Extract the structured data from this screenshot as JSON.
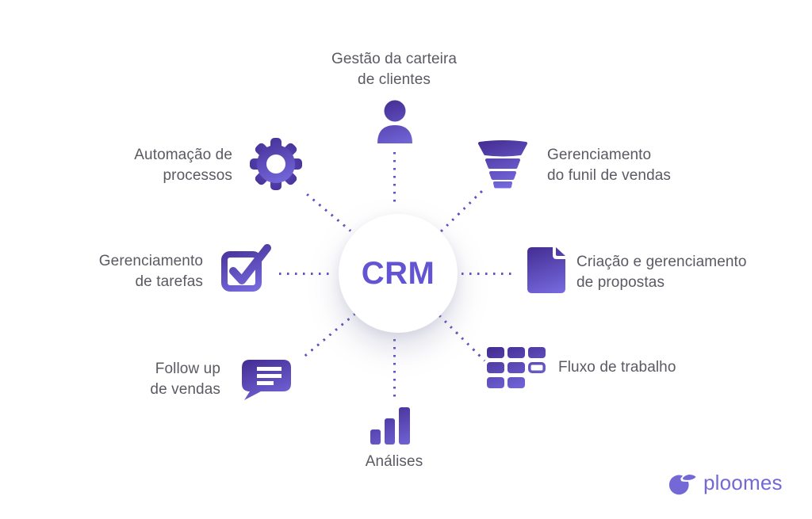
{
  "center": {
    "label": "CRM"
  },
  "colors": {
    "icon_gradient_start": "#432c92",
    "icon_gradient_end": "#7569dd",
    "crm_text": "#6354d4",
    "label_text": "#5c5963",
    "dot_color": "#5d55c4",
    "logo_color": "#7468d6"
  },
  "features": [
    {
      "id": "portfolio",
      "icon": "person-icon",
      "position": "top",
      "label_lines": [
        "Gestão da carteira",
        "de clientes"
      ]
    },
    {
      "id": "funnel",
      "icon": "funnel-icon",
      "position": "top-right",
      "label_lines": [
        "Gerenciamento",
        "do funil de vendas"
      ]
    },
    {
      "id": "proposals",
      "icon": "document-icon",
      "position": "right",
      "label_lines": [
        "Criação e gerenciamento",
        "de propostas"
      ]
    },
    {
      "id": "workflow",
      "icon": "workflow-grid-icon",
      "position": "bottom-right",
      "label_lines": [
        "Fluxo de trabalho"
      ]
    },
    {
      "id": "analytics",
      "icon": "bar-chart-icon",
      "position": "bottom",
      "label_lines": [
        "Análises"
      ]
    },
    {
      "id": "followup",
      "icon": "chat-bubble-icon",
      "position": "bottom-left",
      "label_lines": [
        "Follow up",
        "de vendas"
      ]
    },
    {
      "id": "tasks",
      "icon": "checkbox-icon",
      "position": "left",
      "label_lines": [
        "Gerenciamento",
        "de tarefas"
      ]
    },
    {
      "id": "automation",
      "icon": "gear-icon",
      "position": "top-left",
      "label_lines": [
        "Automação de",
        "processos"
      ]
    }
  ],
  "logo": {
    "text": "ploomes"
  }
}
